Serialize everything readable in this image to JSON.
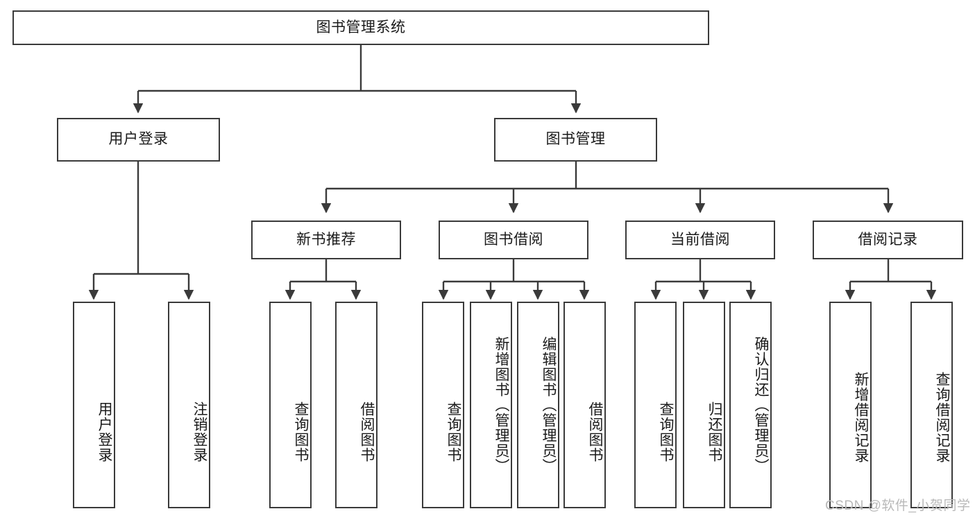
{
  "diagram": {
    "title": "图书管理系统",
    "type": "hierarchy-tree",
    "root": {
      "id": "root",
      "label": "图书管理系统"
    },
    "level2": [
      {
        "id": "user-login",
        "label": "用户登录"
      },
      {
        "id": "book-management",
        "label": "图书管理"
      }
    ],
    "level3": [
      {
        "id": "new-book-recommend",
        "label": "新书推荐",
        "parent": "book-management"
      },
      {
        "id": "book-borrow",
        "label": "图书借阅",
        "parent": "book-management"
      },
      {
        "id": "current-borrow",
        "label": "当前借阅",
        "parent": "book-management"
      },
      {
        "id": "borrow-record",
        "label": "借阅记录",
        "parent": "book-management"
      }
    ],
    "leaves": [
      {
        "id": "leaf-user-login",
        "label": "用户登录",
        "parent": "user-login"
      },
      {
        "id": "leaf-logout",
        "label": "注销登录",
        "parent": "user-login"
      },
      {
        "id": "leaf-query-book-1",
        "label": "查询图书",
        "parent": "new-book-recommend"
      },
      {
        "id": "leaf-borrow-book-1",
        "label": "借阅图书",
        "parent": "new-book-recommend"
      },
      {
        "id": "leaf-query-book-2",
        "label": "查询图书",
        "parent": "book-borrow"
      },
      {
        "id": "leaf-add-book",
        "label": "新增图书（管理员）",
        "parent": "book-borrow"
      },
      {
        "id": "leaf-edit-book",
        "label": "编辑图书（管理员）",
        "parent": "book-borrow"
      },
      {
        "id": "leaf-borrow-book-2",
        "label": "借阅图书",
        "parent": "book-borrow"
      },
      {
        "id": "leaf-query-book-3",
        "label": "查询图书",
        "parent": "current-borrow"
      },
      {
        "id": "leaf-return-book",
        "label": "归还图书",
        "parent": "current-borrow"
      },
      {
        "id": "leaf-confirm-return",
        "label": "确认归还（管理员）",
        "parent": "current-borrow"
      },
      {
        "id": "leaf-add-record",
        "label": "新增借阅记录",
        "parent": "borrow-record"
      },
      {
        "id": "leaf-query-record",
        "label": "查询借阅记录",
        "parent": "borrow-record"
      }
    ]
  },
  "watermark": {
    "text": "CSDN @软件_小贺同学"
  },
  "colors": {
    "border": "#3a3a3a",
    "background": "#ffffff",
    "text": "#1a1a1a",
    "watermark": "#b9b9b9"
  }
}
